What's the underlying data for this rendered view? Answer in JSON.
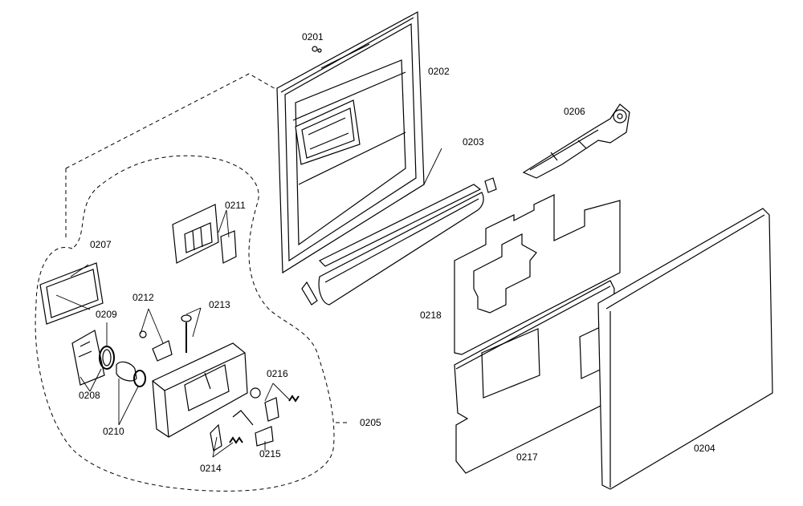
{
  "diagram": {
    "labels": {
      "p0201": "0201",
      "p0202": "0202",
      "p0203": "0203",
      "p0204": "0204",
      "p0205": "0205",
      "p0206": "0206",
      "p0207": "0207",
      "p0208": "0208",
      "p0209": "0209",
      "p0210": "0210",
      "p0211": "0211",
      "p0212": "0212",
      "p0213": "0213",
      "p0214": "0214",
      "p0215": "0215",
      "p0216": "0216",
      "p0217": "0217",
      "p0218": "0218"
    }
  }
}
